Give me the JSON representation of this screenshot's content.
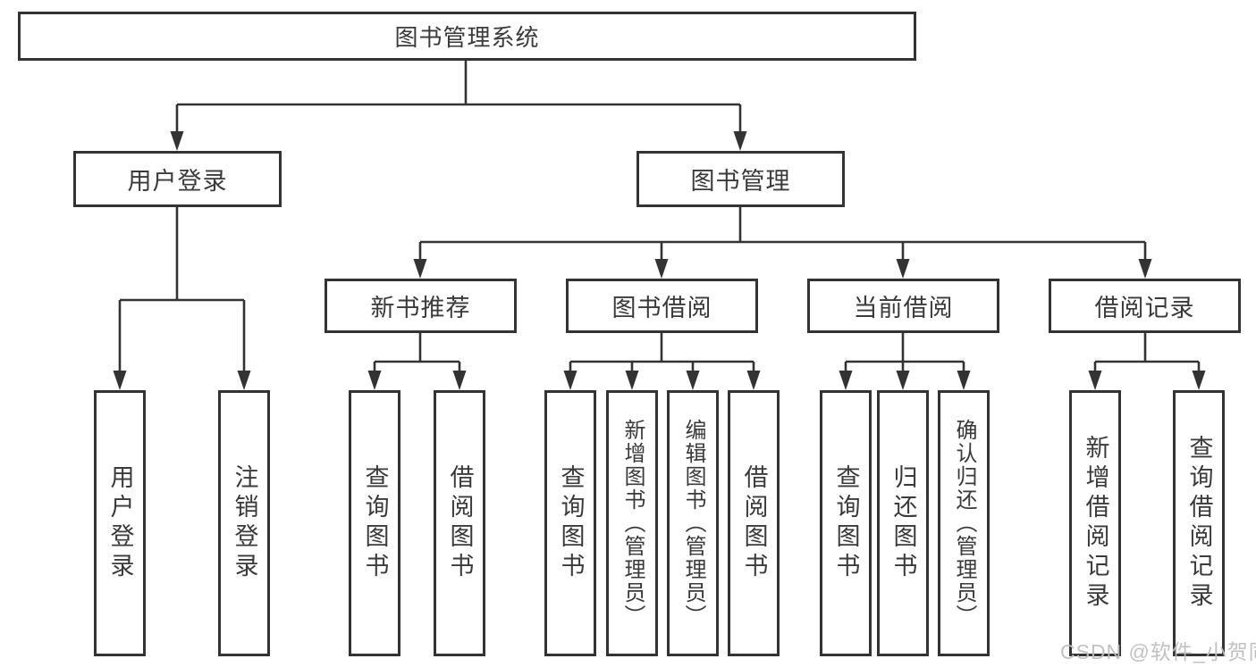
{
  "tree": {
    "label": "图书管理系统",
    "children": [
      {
        "label": "用户登录",
        "children": [
          {
            "label": "用户登录"
          },
          {
            "label": "注销登录"
          }
        ]
      },
      {
        "label": "图书管理",
        "children": [
          {
            "label": "新书推荐",
            "children": [
              {
                "label": "查询图书"
              },
              {
                "label": "借阅图书"
              }
            ]
          },
          {
            "label": "图书借阅",
            "children": [
              {
                "label": "查询图书"
              },
              {
                "label": "新增图书（管理员）"
              },
              {
                "label": "编辑图书（管理员）"
              },
              {
                "label": "借阅图书"
              }
            ]
          },
          {
            "label": "当前借阅",
            "children": [
              {
                "label": "查询图书"
              },
              {
                "label": "归还图书"
              },
              {
                "label": "确认归还（管理员）"
              }
            ]
          },
          {
            "label": "借阅记录",
            "children": [
              {
                "label": "新增借阅记录"
              },
              {
                "label": "查询借阅记录"
              }
            ]
          }
        ]
      }
    ]
  },
  "watermark": "CSDN @软件_小贺同学",
  "colors": {
    "line": "#333333",
    "text": "#3a3a3a",
    "background": "#ffffff",
    "watermark": "#bebebe"
  }
}
